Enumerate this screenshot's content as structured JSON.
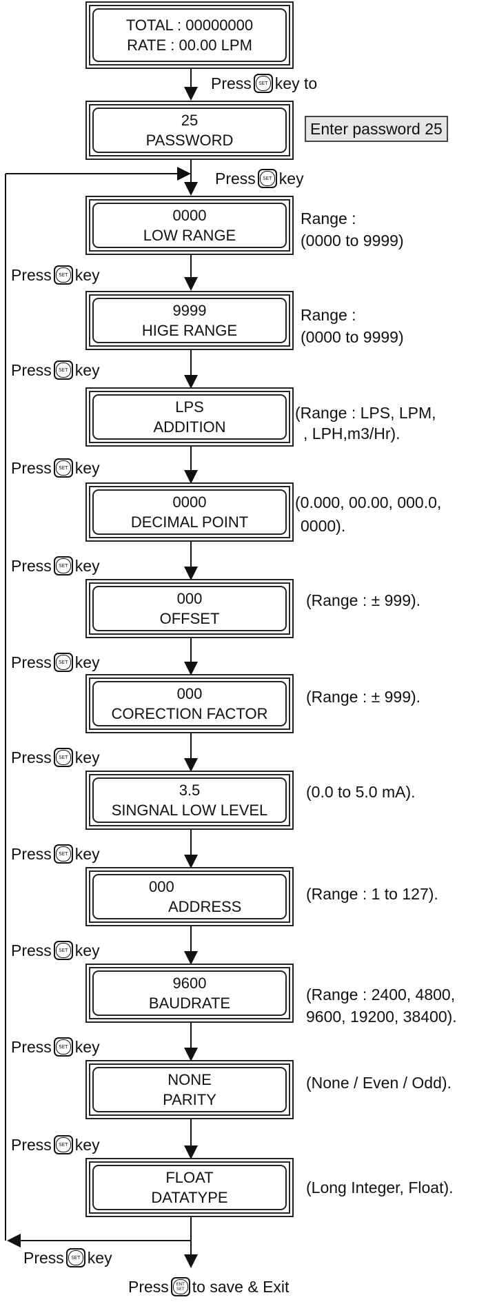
{
  "screens": [
    {
      "line1": "TOTAL : 00000000",
      "line2": "RATE : 00.00 LPM"
    },
    {
      "line1": "25",
      "line2": "PASSWORD"
    },
    {
      "line1": "0000",
      "line2": "LOW RANGE"
    },
    {
      "line1": "9999",
      "line2": "HIGE RANGE"
    },
    {
      "line1": "LPS",
      "line2": "ADDITION"
    },
    {
      "line1": "0000",
      "line2": "DECIMAL POINT"
    },
    {
      "line1": "000",
      "line2": "OFFSET"
    },
    {
      "line1": "000",
      "line2": "CORECTION FACTOR"
    },
    {
      "line1": "3.5",
      "line2": "SINGNAL LOW LEVEL"
    },
    {
      "line1": "000",
      "line2": "ADDRESS"
    },
    {
      "line1": "9600",
      "line2": "BAUDRATE"
    },
    {
      "line1": "NONE",
      "line2": "PARITY"
    },
    {
      "line1": "FLOAT",
      "line2": "DATATYPE"
    }
  ],
  "annotations": {
    "password_note": "Enter password 25",
    "low_range_1": "Range :",
    "low_range_2": "(0000 to 9999)",
    "high_range_1": "Range :",
    "high_range_2": "(0000 to 9999)",
    "addition_1": "(Range : LPS, LPM,",
    "addition_2": ", LPH,m3/Hr).",
    "decimal_1": "(0.000, 00.00, 000.0,",
    "decimal_2": "0000).",
    "offset": "(Range : ± 999).",
    "correction": "(Range : ± 999).",
    "signal_low": "(0.0 to 5.0 mA).",
    "address": "(Range : 1 to 127).",
    "baud_1": "(Range : 2400, 4800,",
    "baud_2": "9600, 19200, 38400).",
    "parity": "(None / Even / Odd).",
    "datatype": "(Long Integer, Float)."
  },
  "press": {
    "word": "Press",
    "key": "key",
    "key_to": "key to",
    "save_exit": "to save & Exit"
  },
  "keys": {
    "set": "SET",
    "ent_top": "ENT",
    "ent_bottom": "SET"
  }
}
